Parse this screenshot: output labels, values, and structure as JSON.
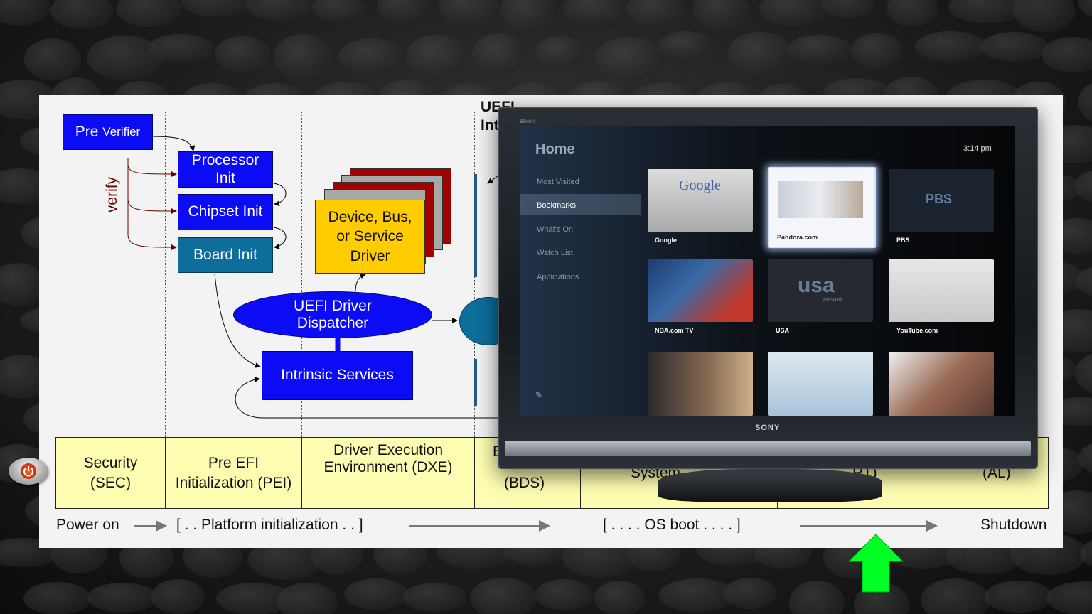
{
  "slide": {
    "diagram": {
      "pre_verifier": {
        "big": "Pre",
        "small": "Verifier"
      },
      "verify_label": "verify",
      "pei_boxes": [
        "Processor Init",
        "Chipset Init",
        "Board Init"
      ],
      "device_driver": "Device,  Bus, or Service Driver",
      "dispatcher": "UEFI Driver Dispatcher",
      "intrinsic": "Intrinsic Services",
      "uefi_interface_partial": [
        "UEFI",
        "Int"
      ],
      "phases": [
        {
          "label": "Security (SEC)"
        },
        {
          "label": "Pre EFI Initialization  (PEI)"
        },
        {
          "label": "Driver Execution Environment  (DXE)"
        },
        {
          "label": "B"
        },
        {
          "label": "System"
        },
        {
          "label": "(AL)"
        }
      ],
      "phase_fragments": {
        "bds": "(BDS)",
        "rt": "RT)"
      },
      "timeline": {
        "power_on": "Power  on",
        "platform_init": "[ . . Platform  initialization  . . ]",
        "os_boot": "[ . . . . OS boot . . . . ]",
        "shutdown": "Shutdown"
      }
    },
    "tv": {
      "brand": "SONY",
      "model": "BRAVIA",
      "screen": {
        "title": "Home",
        "time": "3:14 pm",
        "menu": [
          "Most Visited",
          "Bookmarks",
          "What's On",
          "Watch List",
          "Applications"
        ],
        "selected_menu": "Bookmarks",
        "tiles": [
          "Google",
          "Pandora.com",
          "PBS",
          "NBA.com TV",
          "USA",
          "YouTube.com"
        ],
        "logos": {
          "google": "Google",
          "pbs": "PBS",
          "usa": "usa",
          "usa_sub": "network"
        }
      }
    },
    "colors": {
      "blue_box": "#0b0bf5",
      "teal_box": "#0d6e9c",
      "driver_box": "#ffcc00",
      "phase_bg": "#fdfdb2",
      "arrow": "#00ff22"
    }
  }
}
